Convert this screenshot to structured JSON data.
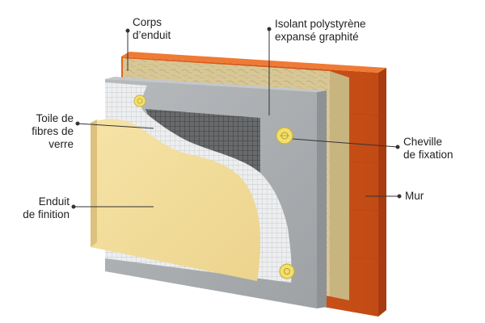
{
  "labels": {
    "corps_enduit": {
      "line1": "Corps",
      "line2": "d’enduit"
    },
    "isolant": {
      "line1": "Isolant polystyrène",
      "line2": "expansé graphité"
    },
    "toile": {
      "line1": "Toile de",
      "line2": "fibres de",
      "line3": "verre"
    },
    "enduit_finition": {
      "line1": "Enduit",
      "line2": "de finition"
    },
    "cheville": {
      "line1": "Cheville",
      "line2": "de fixation"
    },
    "mur": {
      "line1": "Mur"
    }
  },
  "colors": {
    "brick": "#d9571e",
    "brick_dark": "#a83c10",
    "enduit_beige": "#d6c492",
    "insulation_grey": "#a9adb0",
    "mesh_dark": "#5a5c5e",
    "finition_cream": "#f2dc9a",
    "anchor_yellow": "#f3df6e",
    "leader_line": "#333333"
  }
}
